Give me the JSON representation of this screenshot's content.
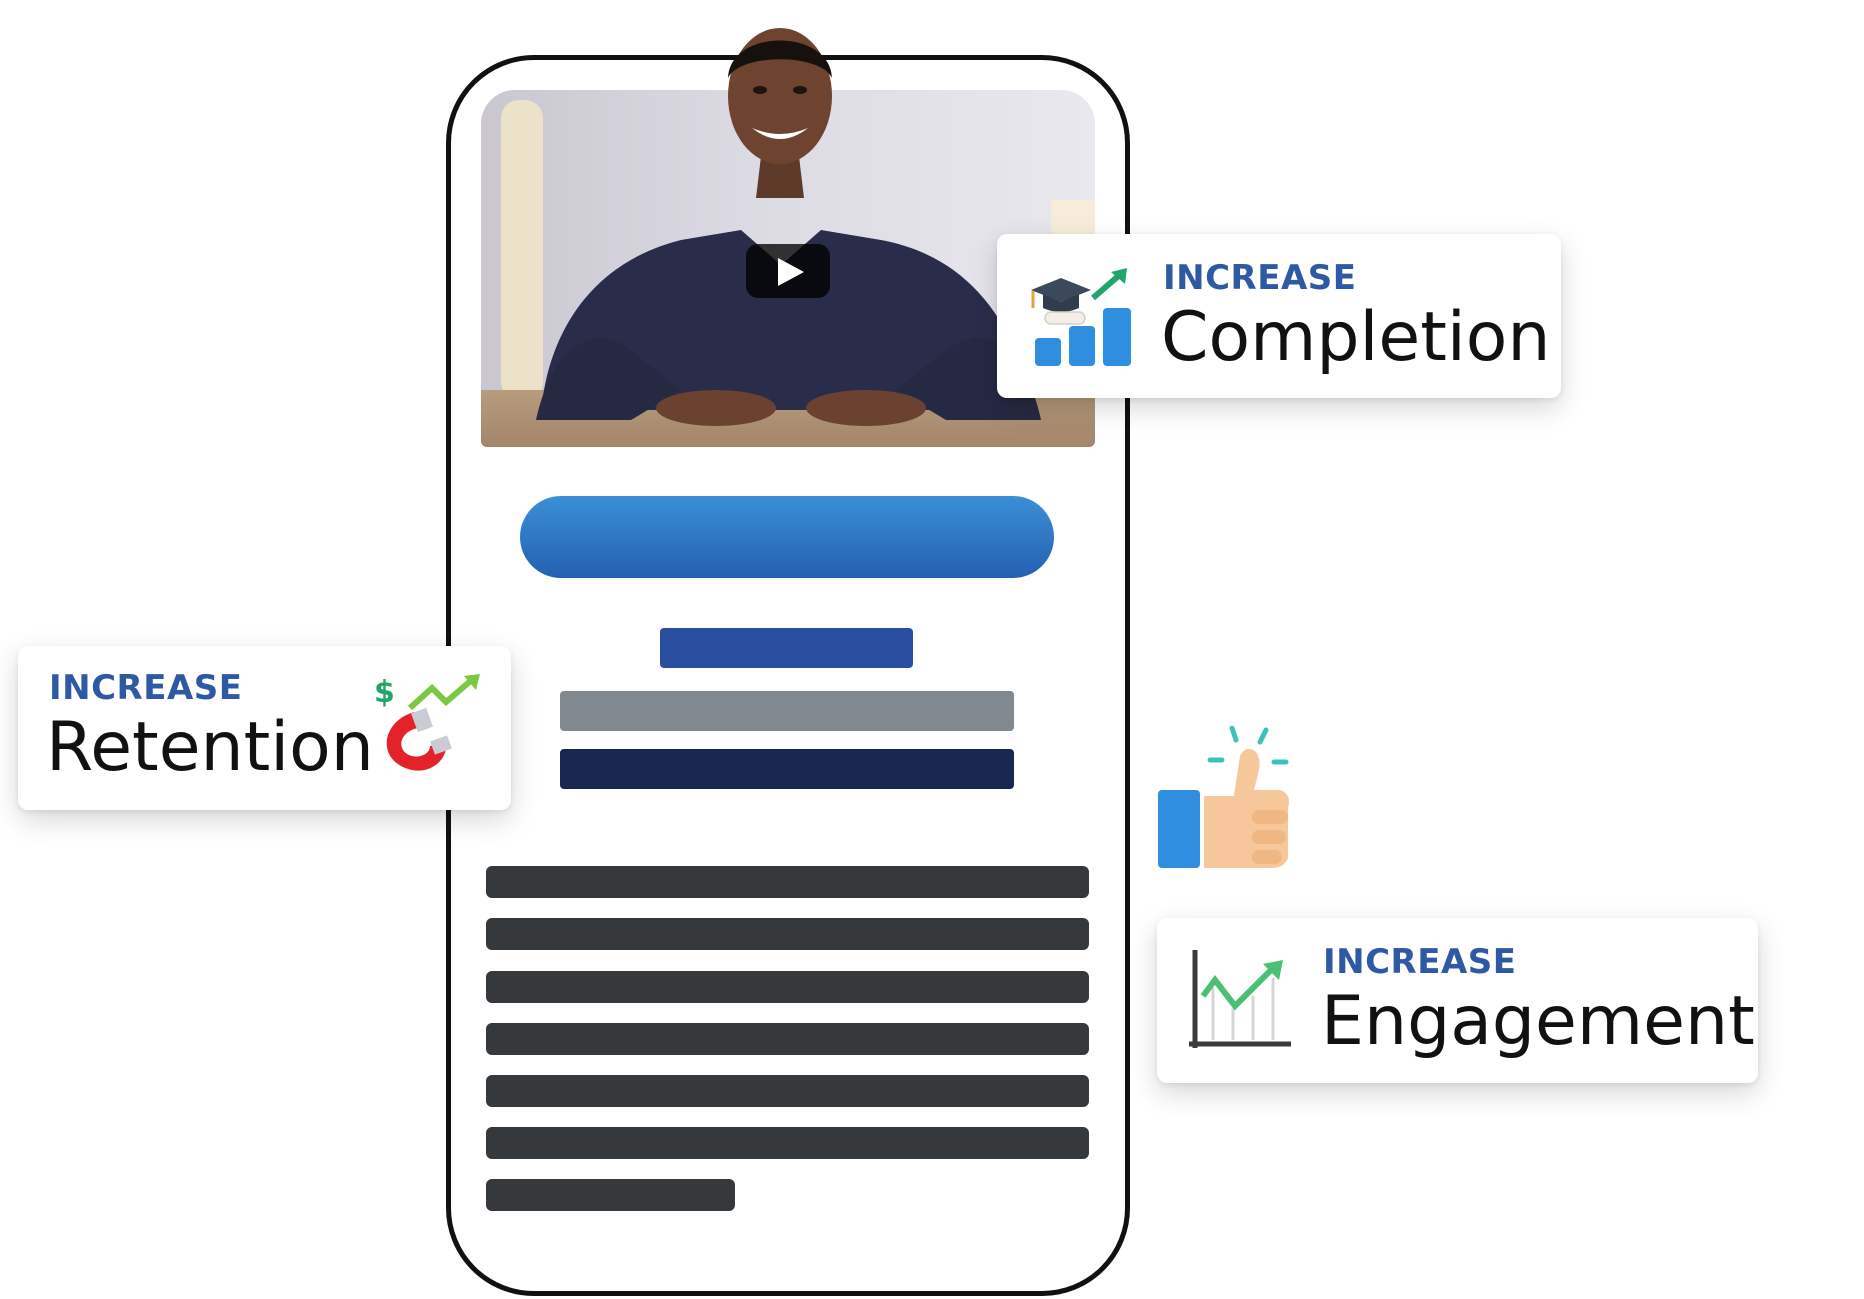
{
  "cards": {
    "completion": {
      "kicker": "INCREASE",
      "metric": "Completion",
      "icon": "graduation-cap-bar-chart-icon"
    },
    "retention": {
      "kicker": "INCREASE",
      "metric": "Retention",
      "icon": "magnet-dollar-icon"
    },
    "engagement": {
      "kicker": "INCREASE",
      "metric": "Engagement",
      "icon": "line-chart-icon"
    }
  },
  "video": {
    "play_icon": "play-icon"
  },
  "decor": {
    "thumbs_up_icon": "thumbs-up-icon"
  },
  "colors": {
    "kicker": "#2d5aa3",
    "cta_gradient_top": "#3a8fd6",
    "cta_gradient_bottom": "#2560b2",
    "title_bar": "#2a4fa0",
    "subtitle_bar": "#808890",
    "heading_bar": "#17274f",
    "text_lines": "#36393c"
  }
}
